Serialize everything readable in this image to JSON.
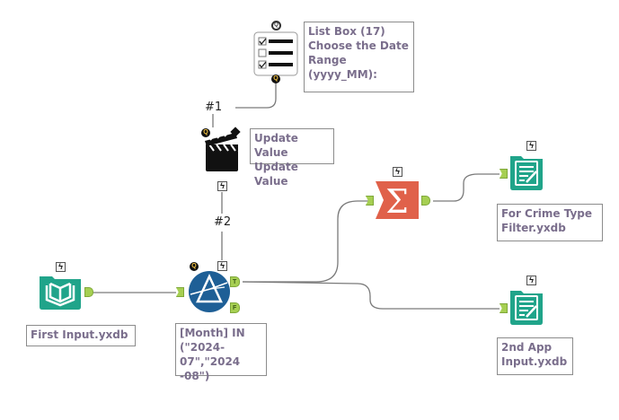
{
  "canvas": {
    "background": "#ffffff",
    "connection_color": "#7a7a7a"
  },
  "tools": {
    "list_box": {
      "type": "List Box",
      "annotation": "List Box (17)\nChoose the Date\nRange\n(yyyy_MM):",
      "icon": "checklist-icon"
    },
    "action": {
      "type": "Action",
      "annotation": "Update Value\nUpdate Value",
      "icon": "clapperboard-icon"
    },
    "filter": {
      "type": "Filter",
      "annotation": "[Month] IN\n(\"2024-07\",\"2024\n-08\")",
      "icon": "prism-icon",
      "true_anchor": "T",
      "false_anchor": "F",
      "color": "#1e5f96"
    },
    "input": {
      "type": "Input Data",
      "annotation": "First Input.yxdb",
      "icon": "open-book-icon",
      "color": "#20a48a"
    },
    "summarize": {
      "type": "Summarize",
      "icon": "sigma-icon",
      "glyph": "Σ",
      "color": "#e0614a"
    },
    "output1": {
      "type": "Output Data",
      "annotation": "For Crime Type\nFilter.yxdb",
      "icon": "output-file-icon",
      "color": "#20a48a"
    },
    "output2": {
      "type": "Output Data",
      "annotation": "2nd App\nInput.yxdb",
      "icon": "output-file-icon",
      "color": "#20a48a"
    }
  },
  "connection_labels": {
    "c1": "#1",
    "c2": "#2"
  },
  "badges": {
    "question": "Q",
    "bolt": "ϟ"
  }
}
